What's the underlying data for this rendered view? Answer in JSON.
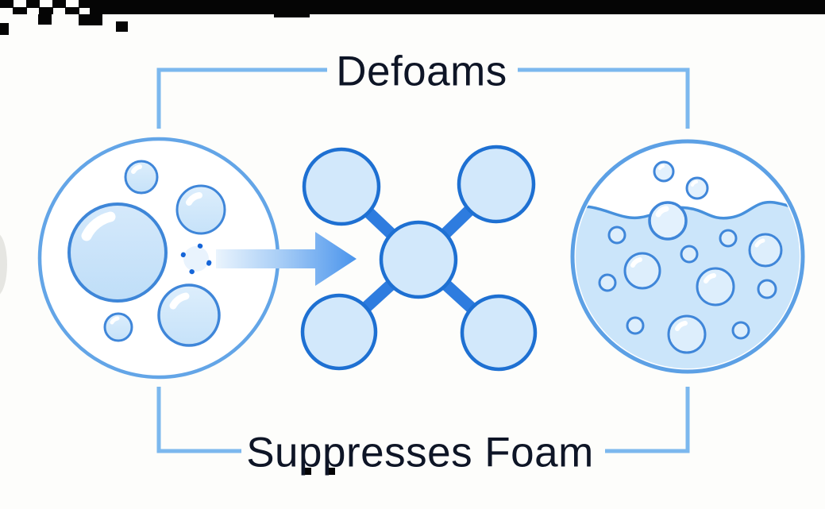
{
  "labels": {
    "top": "Defoams",
    "bottom": "Suppresses Foam"
  },
  "icons": {
    "left_panel": "foam-bubbles-circle",
    "middle_panel": "defoamer-molecule",
    "right_panel": "suppressed-foam-liquid-circle",
    "arrow": "right-arrow",
    "dashed_bubble": "popping-bubble-dashed-circle"
  },
  "colors": {
    "background": "#fdfdfb",
    "text_navy": "#0e1526",
    "bracket_blue": "#7cb8ee",
    "outline_light_blue": "#63a5e7",
    "bubble_stroke": "#3f86d9",
    "bubble_fill": "#d6eafc",
    "molecule_stroke": "#1e70d2",
    "molecule_fill": "#d2e8fb",
    "rod_blue": "#2e7cdf",
    "liquid_fill": "#cbe5fa",
    "arrow_tip_blue": "#4a94ec",
    "artifact_black": "#050505"
  }
}
